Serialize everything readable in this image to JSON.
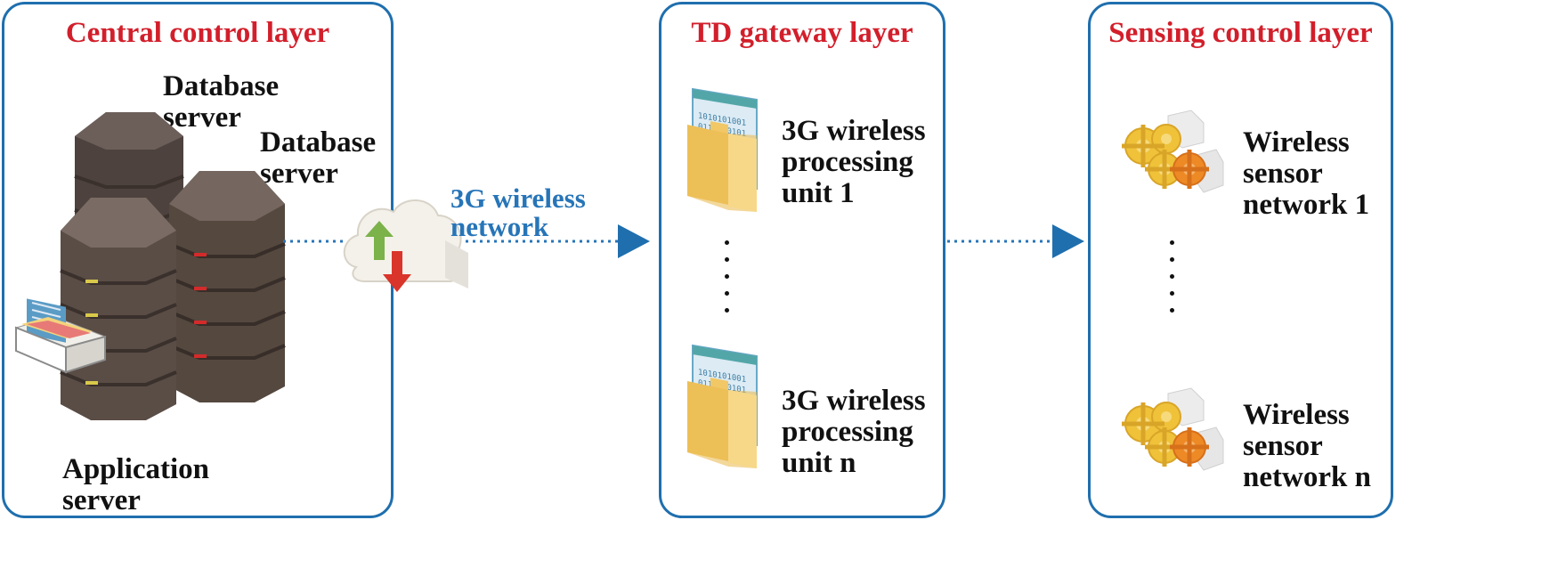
{
  "panels": {
    "central": {
      "title": "Central control layer",
      "database_server_1": "Database\nserver",
      "database_server_2": "Database\nserver",
      "application_server": "Application\nserver"
    },
    "gateway": {
      "title": "TD gateway layer",
      "unit_1": "3G wireless\nprocessing\nunit 1",
      "unit_n": "3G wireless\nprocessing\nunit n"
    },
    "sensing": {
      "title": "Sensing control layer",
      "network_1": "Wireless\nsensor\nnetwork 1",
      "network_n": "Wireless\nsensor\nnetwork n"
    }
  },
  "link": {
    "label": "3G wireless\nnetwork"
  },
  "colors": {
    "panel_border": "#1f6fae",
    "title_red": "#d21f2b",
    "link_blue": "#2775b8",
    "server_brown": "#5e514c",
    "folder_yellow": "#f2c766",
    "gear_yellow": "#efc23a",
    "gear_orange": "#ee8a26"
  },
  "icons": [
    "server-rack-icon",
    "filing-drawer-icon",
    "cloud-transfer-icon",
    "data-folder-icon",
    "gears-icon",
    "arrow-right-icon"
  ]
}
